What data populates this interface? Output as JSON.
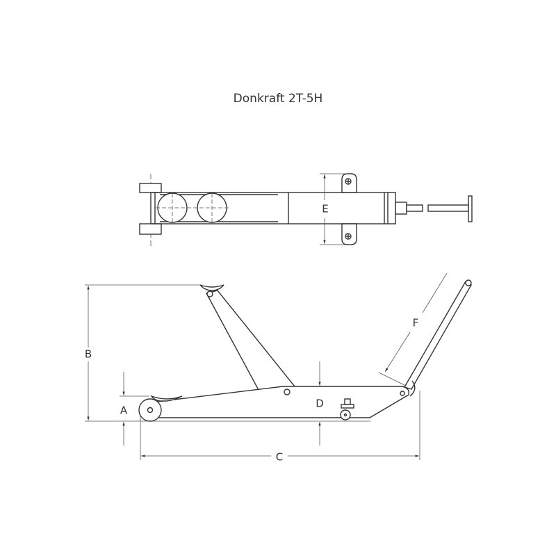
{
  "title": "Donkraft 2T-5H",
  "dimension_labels": {
    "A": "A",
    "B": "B",
    "C": "C",
    "D": "D",
    "E": "E",
    "F": "F"
  },
  "colors": {
    "line": "#333333",
    "background": "#ffffff"
  }
}
